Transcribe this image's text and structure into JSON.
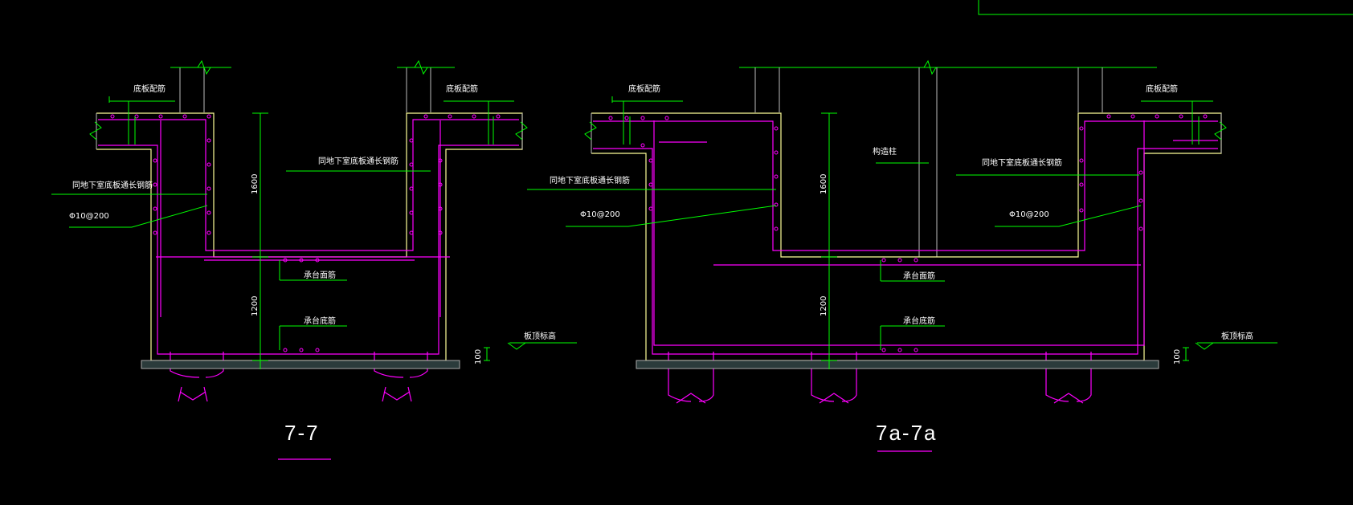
{
  "sections": [
    {
      "title": "7-7",
      "labels": {
        "bottom_slab_top_left": "底板配筋",
        "bottom_slab_top_right": "底板配筋",
        "through_rebar_left": "同地下室底板通长钢筋",
        "through_rebar_right": "同地下室底板通长钢筋",
        "stirrup_left": "Φ10@200",
        "cap_top_rebar": "承台面筋",
        "cap_bottom_rebar": "承台底筋",
        "foundation_elevation": "板顶标高"
      },
      "dims": {
        "upper": "1600",
        "lower": "1200",
        "cover": "100"
      }
    },
    {
      "title": "7a-7a",
      "labels": {
        "bottom_slab_top_left": "底板配筋",
        "bottom_slab_top_right": "底板配筋",
        "through_rebar_left": "同地下室底板通长钢筋",
        "through_rebar_right": "同地下室底板通长钢筋",
        "stirrup_left": "Φ10@200",
        "stirrup_right": "Φ10@200",
        "structural_column": "构造柱",
        "cap_top_rebar": "承台面筋",
        "cap_bottom_rebar": "承台底筋",
        "foundation_elevation": "板顶标高"
      },
      "dims": {
        "upper": "1600",
        "lower": "1200",
        "cover": "100"
      }
    }
  ],
  "colors": {
    "background": "#000000",
    "dimension_lines": "#00ff00",
    "rebar": "#ff00ff",
    "concrete_outline": "#ffff99",
    "text": "#ffffff"
  }
}
